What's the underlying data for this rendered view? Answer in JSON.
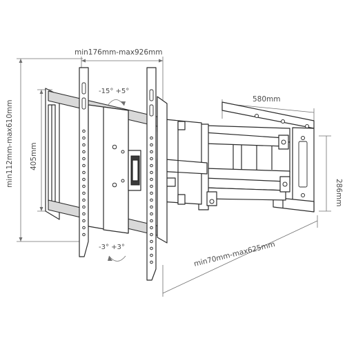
{
  "labels": {
    "vesa_width": "min176mm-max926mm",
    "mounting_height": "min112mm-max610mm",
    "plate_height": "405mm",
    "tilt_up_down": "-15° +5°",
    "wall_plate_width": "580mm",
    "wall_plate_height": "286mm",
    "swivel": "-3° +3°",
    "extension": "min70mm-max625mm"
  },
  "icons": [
    "tilt-rotation-arrow-icon",
    "swivel-rotation-arrow-icon"
  ],
  "colors": {
    "line": "#2b2b2b",
    "dimension": "#6f6f6f",
    "fill": "#d9d9d9"
  }
}
